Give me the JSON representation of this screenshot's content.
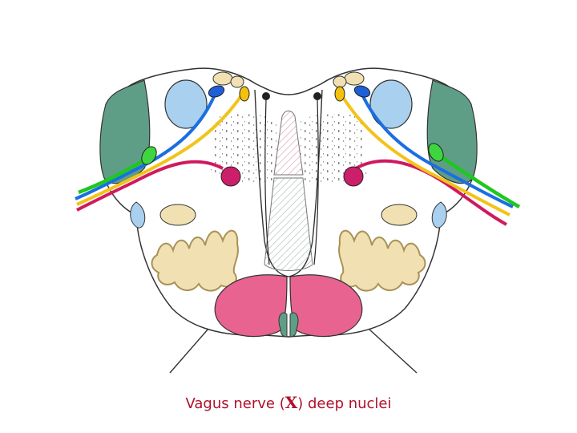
{
  "caption": {
    "text_before": "Vagus nerve (",
    "roman": "X",
    "text_after": ") deep nuclei"
  },
  "colors": {
    "green_region": "#5f9e86",
    "blue_region": "#a9d0ee",
    "cream_nucleus": "#f1e1b2",
    "olive_outline": "#c9b77a",
    "pyramid_pink": "#e8638f",
    "motor_nucleus": "#cc1f6a",
    "fiber_green": "#1ec81e",
    "fiber_blue": "#1a6fe0",
    "fiber_yellow": "#f2c319",
    "fiber_magenta": "#d0195e",
    "node_blue": "#1f5fd6",
    "node_yellow": "#f4c20d",
    "node_green": "#3ed63e"
  },
  "icons": [
    "brainstem-section",
    "vagus-fiber-bundle",
    "nucleus-ambiguus-node",
    "dorsal-motor-nucleus-node",
    "solitary-nucleus-node"
  ]
}
